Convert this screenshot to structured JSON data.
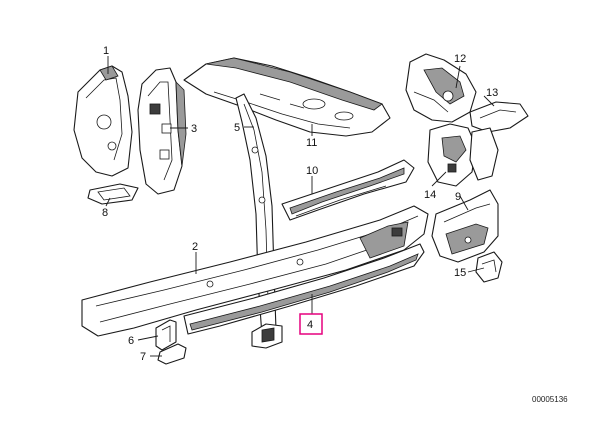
{
  "parts": [
    {
      "id": "p1",
      "number": "1"
    },
    {
      "id": "p2",
      "number": "2"
    },
    {
      "id": "p3",
      "number": "3"
    },
    {
      "id": "p4",
      "number": "4",
      "highlighted": true
    },
    {
      "id": "p5",
      "number": "5"
    },
    {
      "id": "p6",
      "number": "6"
    },
    {
      "id": "p7",
      "number": "7"
    },
    {
      "id": "p8",
      "number": "8"
    },
    {
      "id": "p9",
      "number": "9"
    },
    {
      "id": "p10",
      "number": "10"
    },
    {
      "id": "p11",
      "number": "11"
    },
    {
      "id": "p12",
      "number": "12"
    },
    {
      "id": "p13",
      "number": "13"
    },
    {
      "id": "p14",
      "number": "14"
    },
    {
      "id": "p15",
      "number": "15"
    }
  ],
  "reference_number": "00005136",
  "colors": {
    "line": "#1a1a1a",
    "highlight": "#e6007e",
    "background": "#ffffff"
  }
}
